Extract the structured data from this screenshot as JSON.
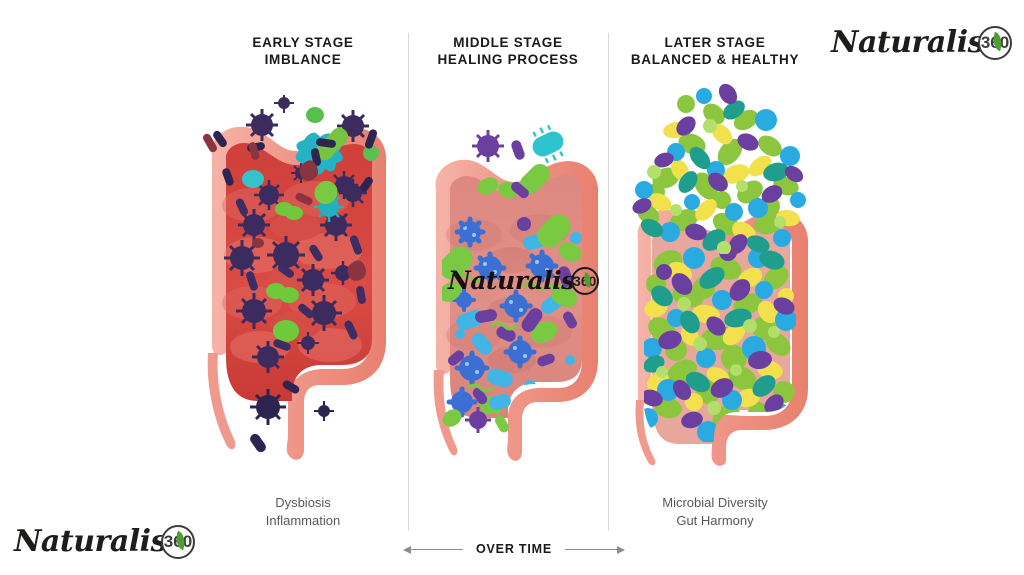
{
  "brand": {
    "name": "Naturalis",
    "badge": "360",
    "leaf_color": "#4f9d35"
  },
  "panels": [
    {
      "id": "early",
      "title_line1": "EARLY STAGE",
      "title_line2": "IMBLANCE",
      "caption_line1": "Dysbiosis",
      "caption_line2": "Inflammation",
      "gut_wall_color": "#f0998d",
      "gut_lumen_color": "#d9443f",
      "microbe_palette": [
        "#3b2b5e",
        "#4a3472",
        "#7c2f3c",
        "#5ec35a",
        "#2bb3c0",
        "#8e3a4a"
      ],
      "state": "inflamed-low-diversity"
    },
    {
      "id": "middle",
      "title_line1": "MIDDLE STAGE",
      "title_line2": "HEALING PROCESS",
      "caption_line1": "",
      "caption_line2": "",
      "gut_wall_color": "#f0998d",
      "gut_lumen_color": "#dd8a83",
      "microbe_palette": [
        "#3b6fd4",
        "#41b6e6",
        "#7ac943",
        "#8cc63f",
        "#6b3fa0",
        "#2eb8a6"
      ],
      "state": "recovering-mixed-diversity"
    },
    {
      "id": "later",
      "title_line1": "LATER STAGE",
      "title_line2": "BALANCED & HEALTHY",
      "caption_line1": "Microbial Diversity",
      "caption_line2": "Gut Harmony",
      "gut_wall_color": "#f0998d",
      "gut_lumen_color": "#e8a79c",
      "microbe_palette": [
        "#8cc63f",
        "#f2e14c",
        "#29abe2",
        "#1f9e8e",
        "#6b3fa0",
        "#4caf50"
      ],
      "state": "dense-high-diversity"
    }
  ],
  "timeline": {
    "label": "OVER TIME",
    "left_arrow": "left-arrow-icon",
    "right_arrow": "right-arrow-icon"
  },
  "watermark": {
    "name": "Naturalis",
    "badge": "360"
  },
  "icons": {
    "leaf": "leaf-icon",
    "virus": "virus-icon",
    "bacteria_rod": "bacteria-rod-icon",
    "bacteria_cocci": "bacteria-cocci-icon"
  },
  "background_color": "#ffffff",
  "divider_color": "#d8d8d8"
}
